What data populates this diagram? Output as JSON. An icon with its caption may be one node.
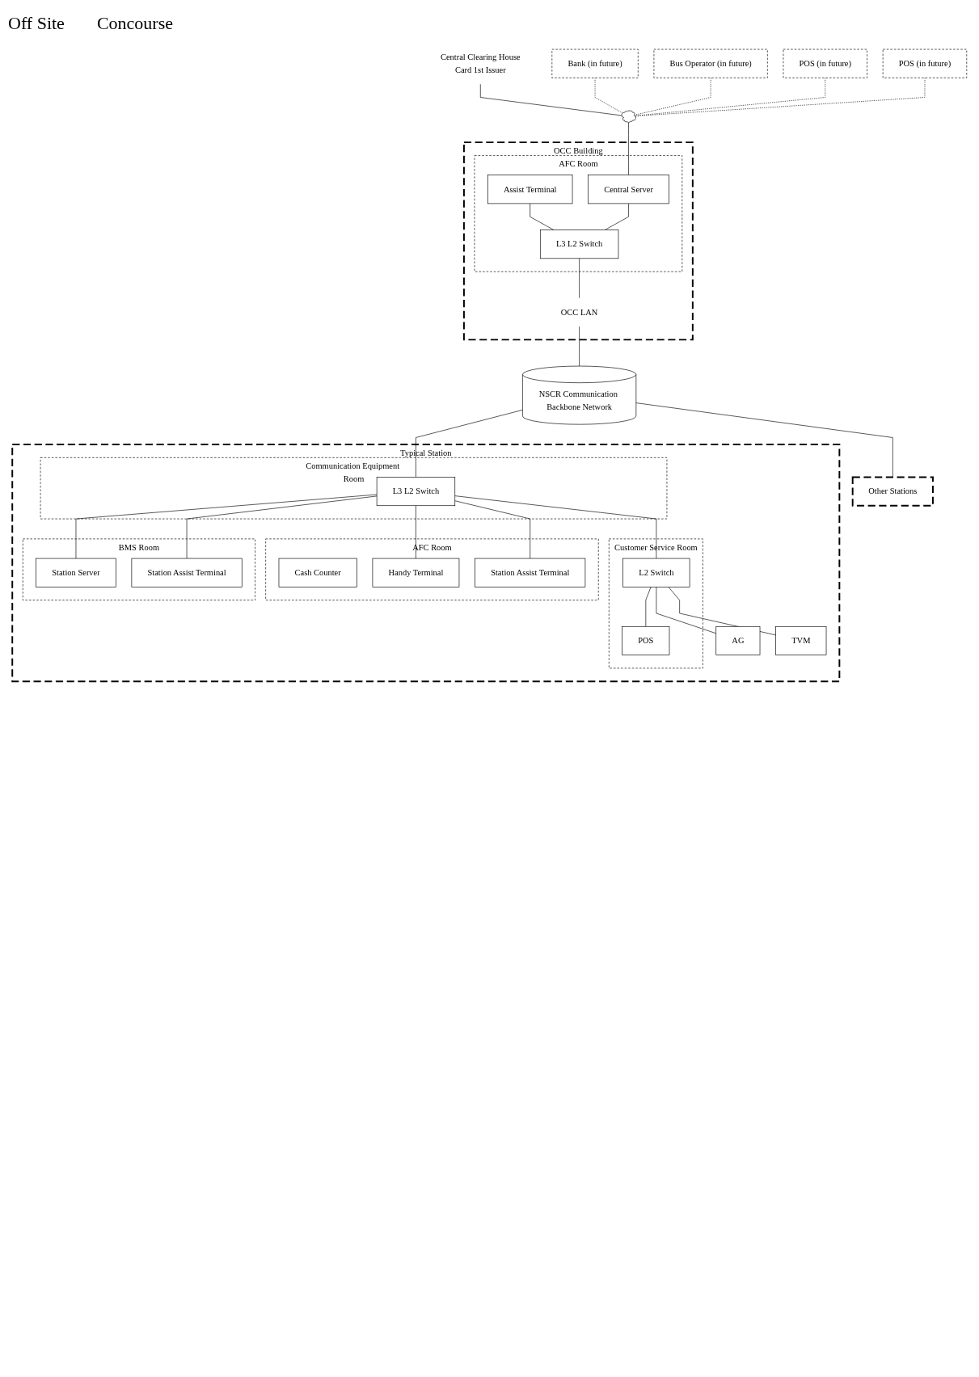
{
  "diagram": {
    "nodes": [
      {
        "text": [
          "Central Clearing House",
          "Card 1st Issuer"
        ]
      },
      {
        "text": [],
        "shape": "cloud"
      },
      {
        "text": [
          "Bank (in future)"
        ]
      },
      {
        "text": [
          "Bus Operator (in future)"
        ]
      },
      {
        "text": [
          "POS (in future)"
        ]
      },
      {
        "text": [
          "POS (in future)"
        ]
      },
      {
        "text": [
          "OCC Building"
        ]
      },
      {
        "text": [
          "AFC Room"
        ],
        "in": 6
      },
      {
        "text": [
          "Assist Terminal"
        ],
        "in": 7
      },
      {
        "text": [
          "Central Server"
        ],
        "in": 7
      },
      {
        "text": [
          "L3 L2 Switch"
        ],
        "in": 7
      },
      {
        "text": [
          "OCC LAN"
        ],
        "in": 6
      },
      {
        "text": [
          "NSCR Communication Backbone Network"
        ]
      },
      {
        "text": [
          "Typical Station"
        ]
      },
      {
        "text": [
          "Communication Equipment Room"
        ],
        "in": 13
      },
      {
        "text": [
          "L3 L2 Switch"
        ],
        "in": 14
      },
      {
        "text": [
          "BMS Room"
        ],
        "in": 13
      },
      {
        "text": [
          "Station Server"
        ],
        "in": 16
      },
      {
        "text": [
          "Station Assist Terminal"
        ],
        "in": 16
      },
      {
        "text": [
          "AFC Room"
        ],
        "in": 13
      },
      {
        "text": [
          "Cash Counter"
        ],
        "in": 19
      },
      {
        "text": [
          "Handy Terminal"
        ],
        "in": 19
      },
      {
        "text": [
          "Station Assist Terminal"
        ],
        "in": 19
      },
      {
        "text": [
          "Customer Service Room"
        ],
        "in": 13
      },
      {
        "text": [
          "L2 Switch"
        ],
        "in": 23
      },
      {
        "text": [
          "POS"
        ],
        "in": 23
      },
      {
        "text": [
          "TVM"
        ],
        "in": 13
      },
      {
        "text": [
          "AG"
        ],
        "in": 13
      },
      {
        "text": [
          "Other Stations"
        ]
      }
    ],
    "edges": [
      {
        "from": 0,
        "to": 1,
        "arrow": "none"
      },
      {
        "from": 2,
        "to": 1,
        "arrow": "none",
        "style": "dashed"
      },
      {
        "from": 3,
        "to": 1,
        "arrow": "none",
        "style": "dashed"
      },
      {
        "from": 4,
        "to": 1,
        "arrow": "none",
        "style": "dashed"
      },
      {
        "from": 5,
        "to": 1,
        "arrow": "none",
        "style": "dashed"
      },
      {
        "from": 1,
        "to": 9,
        "arrow": "none"
      },
      {
        "from": 8,
        "to": 10,
        "arrow": "none"
      },
      {
        "from": 9,
        "to": 10,
        "arrow": "none"
      },
      {
        "from": 10,
        "to": 11,
        "arrow": "none"
      },
      {
        "from": 11,
        "to": 12,
        "arrow": "none"
      },
      {
        "from": 12,
        "to": 15,
        "arrow": "none"
      },
      {
        "from": 12,
        "to": 28,
        "arrow": "none"
      },
      {
        "from": 15,
        "to": 17,
        "arrow": "none"
      },
      {
        "from": 15,
        "to": 18,
        "arrow": "none"
      },
      {
        "from": 15,
        "to": 21,
        "arrow": "none"
      },
      {
        "from": 15,
        "to": 22,
        "arrow": "none"
      },
      {
        "from": 15,
        "to": 24,
        "arrow": "none"
      },
      {
        "from": 24,
        "to": 25,
        "arrow": "none"
      },
      {
        "from": 24,
        "to": 26,
        "arrow": "none"
      },
      {
        "from": 24,
        "to": 27,
        "arrow": "none"
      }
    ],
    "labels": [
      "Off Site",
      "Concourse"
    ]
  }
}
